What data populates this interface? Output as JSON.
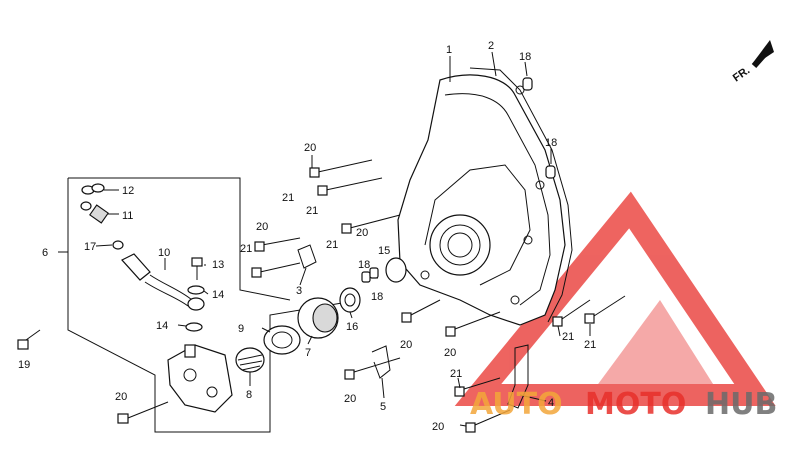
{
  "direction_label": "FR.",
  "callouts": {
    "c1": "1",
    "c2": "2",
    "c18a": "18",
    "c18b": "18",
    "c20a": "20",
    "c21a": "21",
    "c21b": "21",
    "c20b": "20",
    "c21c": "21",
    "c21d": "21",
    "c20c": "20",
    "c12": "12",
    "c11": "11",
    "c6": "6",
    "c17": "17",
    "c10": "10",
    "c13": "13",
    "c14a": "14",
    "c14b": "14",
    "c19": "19",
    "c3": "3",
    "c18c": "18",
    "c18d": "18",
    "c15": "15",
    "c16": "16",
    "c9": "9",
    "c7": "7",
    "c8": "8",
    "c20d": "20",
    "c20e": "20",
    "c20f": "20",
    "c5": "5",
    "c21e": "21",
    "c21f": "21",
    "c21g": "21",
    "c4": "4",
    "c20g": "20",
    "c20h": "20"
  },
  "watermark": {
    "part1": "AUTO",
    "part2": "MOTO",
    "part3": "HUB"
  },
  "colors": {
    "watermark_red": "#e8302b",
    "watermark_orange": "#f3a63a",
    "watermark_grey": "#6b6b6b"
  }
}
